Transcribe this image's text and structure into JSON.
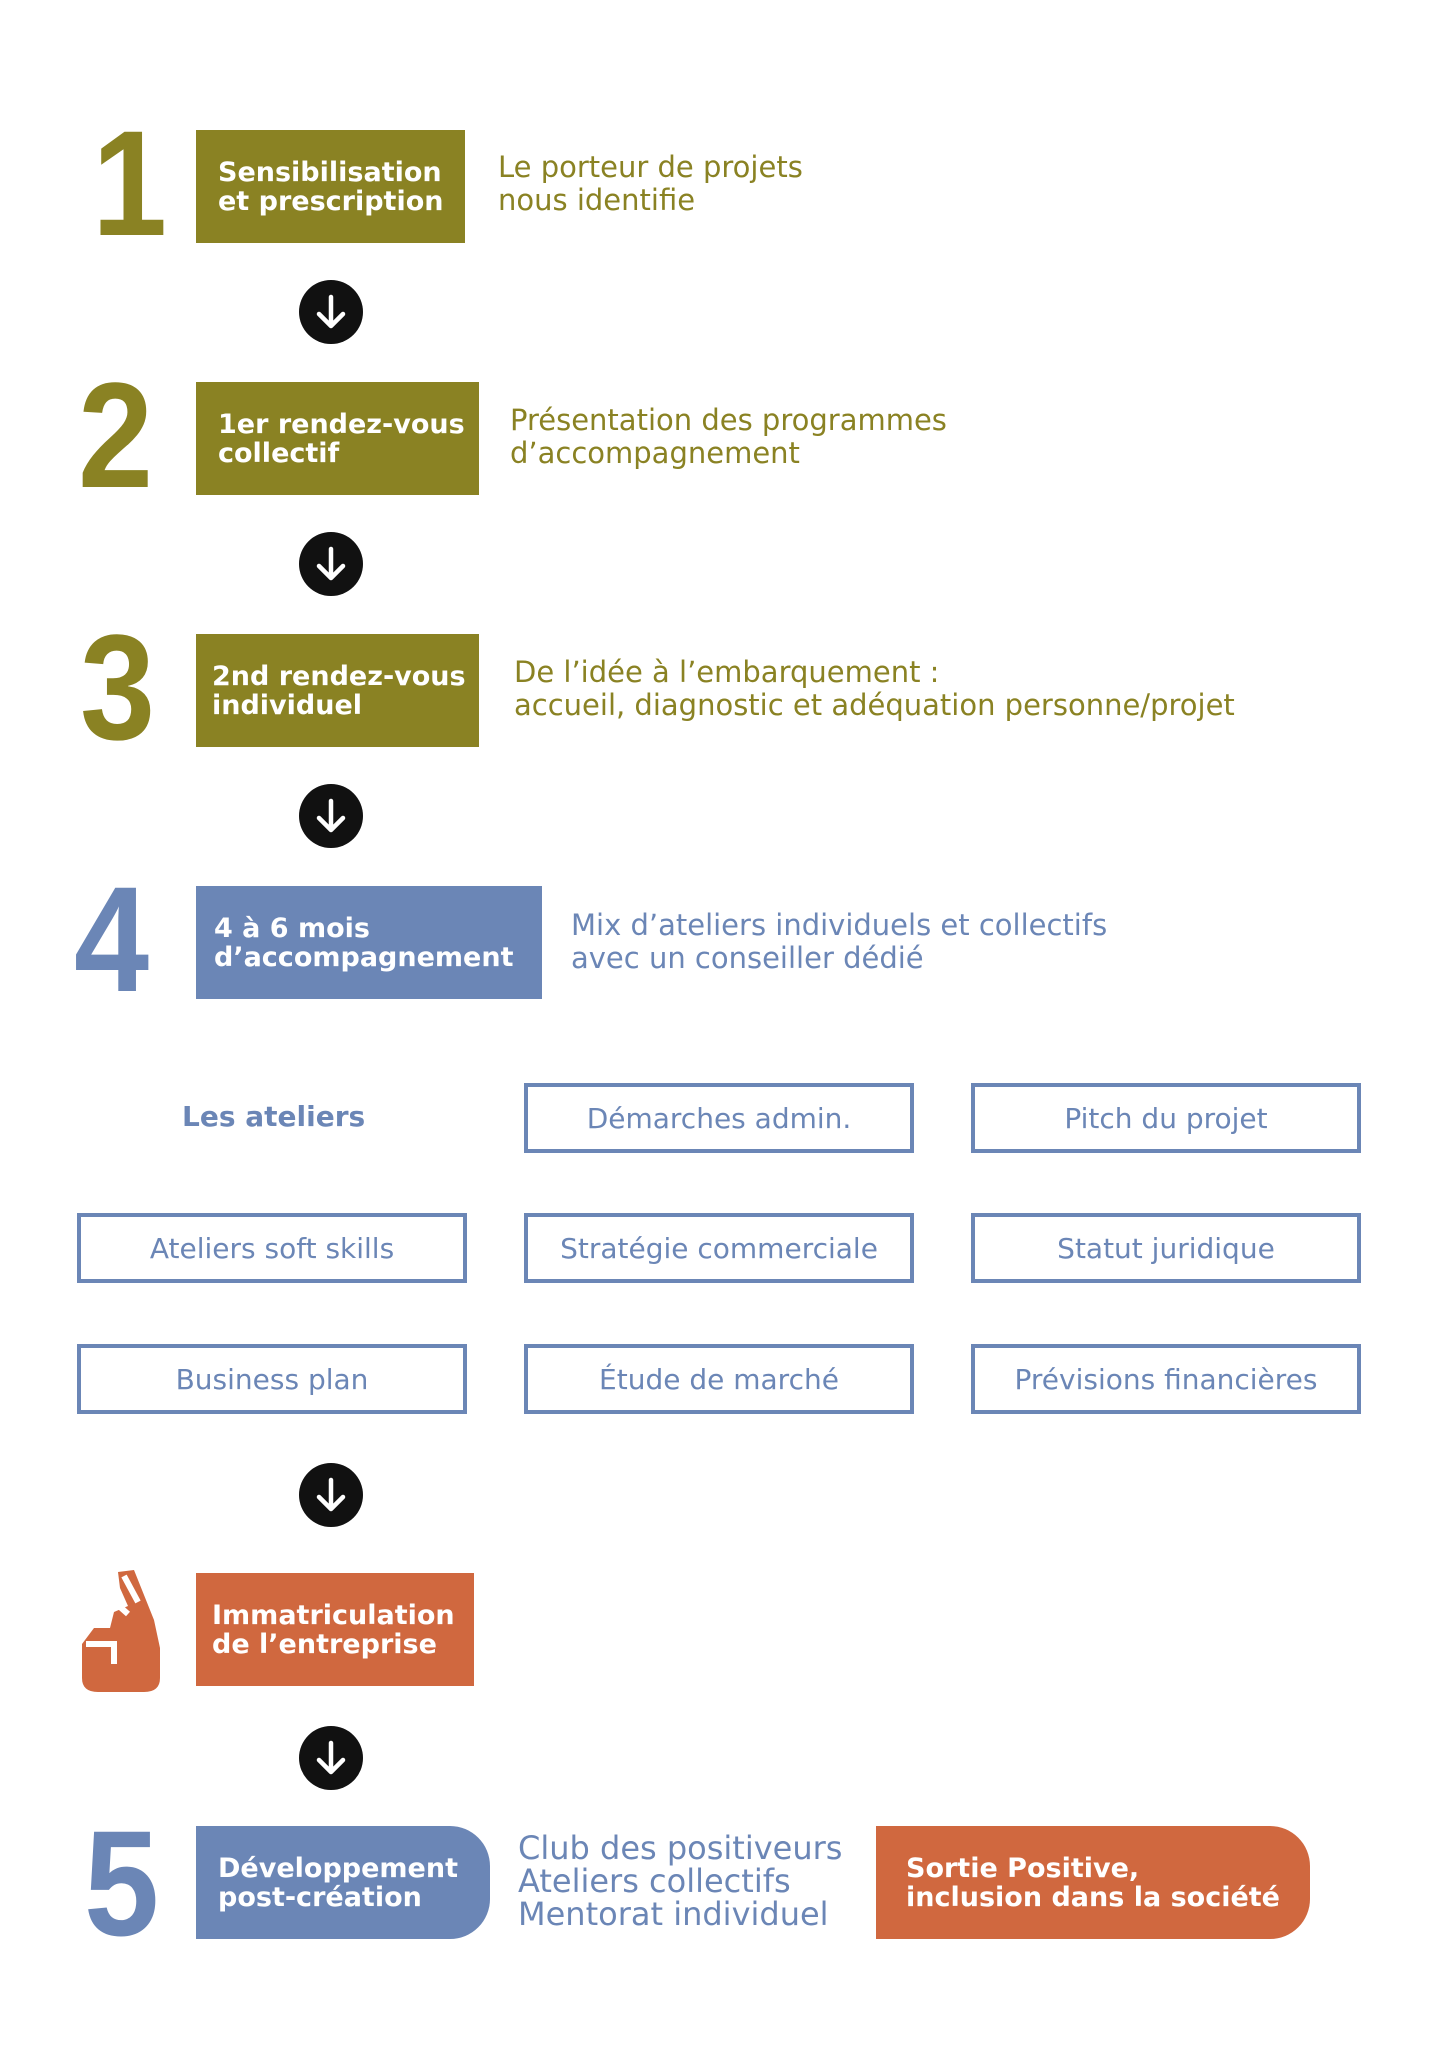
{
  "colors": {
    "olive": "#8a8223",
    "blue": "#6b86b6",
    "orange": "#d0683f",
    "arrow": "#111111"
  },
  "steps": [
    {
      "number": "1",
      "title_line1": "Sensibilisation",
      "title_line2": "et prescription",
      "desc_line1": "Le porteur de projets",
      "desc_line2": "nous identifie"
    },
    {
      "number": "2",
      "title_line1": "1er rendez-vous",
      "title_line2": "collectif",
      "desc_line1": "Présentation des programmes",
      "desc_line2": "d’accompagnement"
    },
    {
      "number": "3",
      "title_line1": "2nd rendez-vous",
      "title_line2": "individuel",
      "desc_line1": "De l’idée à l’embarquement :",
      "desc_line2": "accueil, diagnostic et adéquation personne/projet"
    },
    {
      "number": "4",
      "title_line1": "4 à 6 mois",
      "title_line2": "d’accompagnement",
      "desc_line1": "Mix d’ateliers individuels et collectifs",
      "desc_line2": "avec un conseiller dédié"
    }
  ],
  "ateliers": {
    "heading": "Les ateliers",
    "items": [
      "Démarches admin.",
      "Pitch du projet",
      "Ateliers soft skills",
      "Stratégie commerciale",
      "Statut juridique",
      "Business plan",
      "Étude de marché",
      "Prévisions financières"
    ]
  },
  "immatriculation": {
    "title_line1": "Immatriculation",
    "title_line2": "de l’entreprise"
  },
  "step5": {
    "number": "5",
    "title_line1": "Développement",
    "title_line2": "post-création",
    "desc": [
      "Club des positiveurs",
      "Ateliers collectifs",
      "Mentorat individuel"
    ],
    "outcome_line1": "Sortie Positive,",
    "outcome_line2": "inclusion dans la société"
  }
}
